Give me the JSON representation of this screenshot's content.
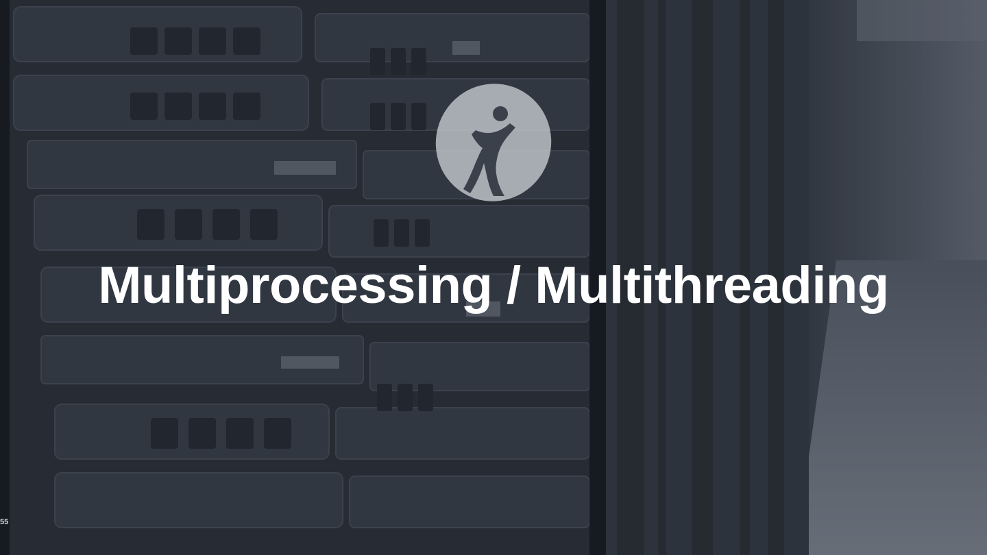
{
  "slide": {
    "title": "Multiprocessing / Multithreading",
    "page_number": "55",
    "background_image": "server-rack-photo",
    "logo": "person-arms-raised-logo-icon"
  },
  "colors": {
    "overlay": "#2b3039",
    "title": "#ffffff",
    "logo": "#c9cdd3"
  }
}
